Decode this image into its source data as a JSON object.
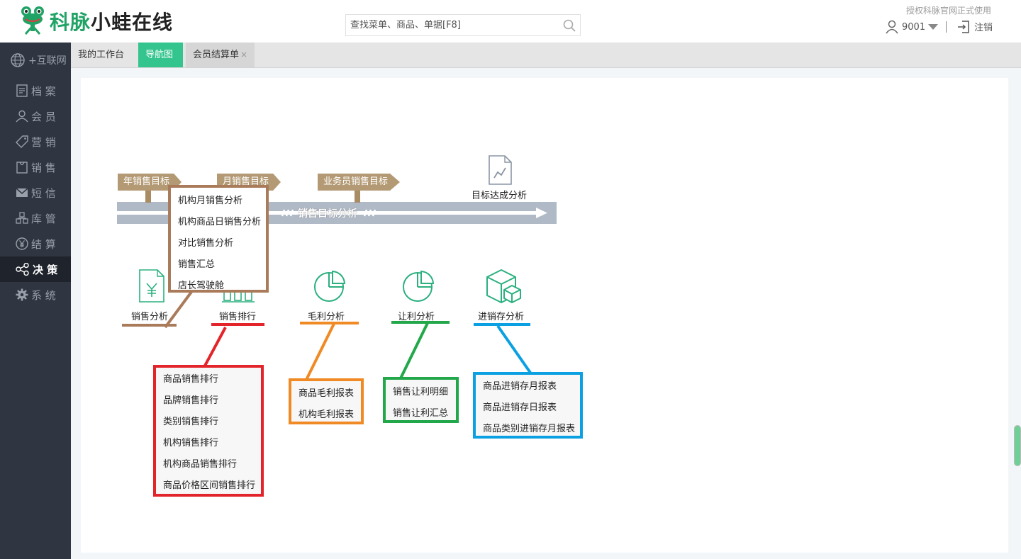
{
  "header": {
    "brand_green": "科脉",
    "brand_dark": "小蛙在线",
    "search_placeholder": "查找菜单、商品、单据[F8]",
    "auth_text": "授权科脉官网正式使用",
    "user_id": "9001",
    "logout_label": "注销"
  },
  "sidebar": {
    "items": [
      {
        "label": "+互联网",
        "icon": "globe-icon"
      },
      {
        "label": "档 案",
        "icon": "document-icon"
      },
      {
        "label": "会 员",
        "icon": "user-icon"
      },
      {
        "label": "营 销",
        "icon": "tag-icon"
      },
      {
        "label": "销 售",
        "icon": "bag-icon"
      },
      {
        "label": "短 信",
        "icon": "mail-icon"
      },
      {
        "label": "库 管",
        "icon": "boxes-icon"
      },
      {
        "label": "结 算",
        "icon": "yen-icon"
      },
      {
        "label": "决 策",
        "icon": "share-icon",
        "active": true
      },
      {
        "label": "系 统",
        "icon": "gear-icon"
      }
    ]
  },
  "tabs": [
    {
      "label": "我的工作台"
    },
    {
      "label": "导航图",
      "active": true
    },
    {
      "label": "会员结算单",
      "closable": true,
      "close": "×"
    }
  ],
  "diagram": {
    "flags": [
      "年销售目标",
      "月销售目标",
      "业务员销售目标"
    ],
    "timeline_label": "销售目标分析",
    "target_label": "目标达成分析",
    "modules": [
      "销售分析",
      "销售排行",
      "毛利分析",
      "让利分析",
      "进销存分析"
    ],
    "sales_menu": [
      "机构月销售分析",
      "机构商品日销售分析",
      "对比销售分析",
      "销售汇总",
      "店长驾驶舱"
    ],
    "ranking_menu": [
      "商品销售排行",
      "品牌销售排行",
      "类别销售排行",
      "机构销售排行",
      "机构商品销售排行",
      "商品价格区间销售排行"
    ],
    "gross_menu": [
      "商品毛利报表",
      "机构毛利报表"
    ],
    "discount_menu": [
      "销售让利明细",
      "销售让利汇总"
    ],
    "stock_menu": [
      "商品进销存月报表",
      "商品进销存日报表",
      "商品类别进销存月报表"
    ],
    "colors": {
      "brown": "#a97b5a",
      "red": "#e3242b",
      "orange": "#f08a24",
      "green": "#22a84a",
      "blue": "#0ba0e2",
      "teal": "#2bb07f",
      "timeline": "#b0b9c6"
    }
  }
}
